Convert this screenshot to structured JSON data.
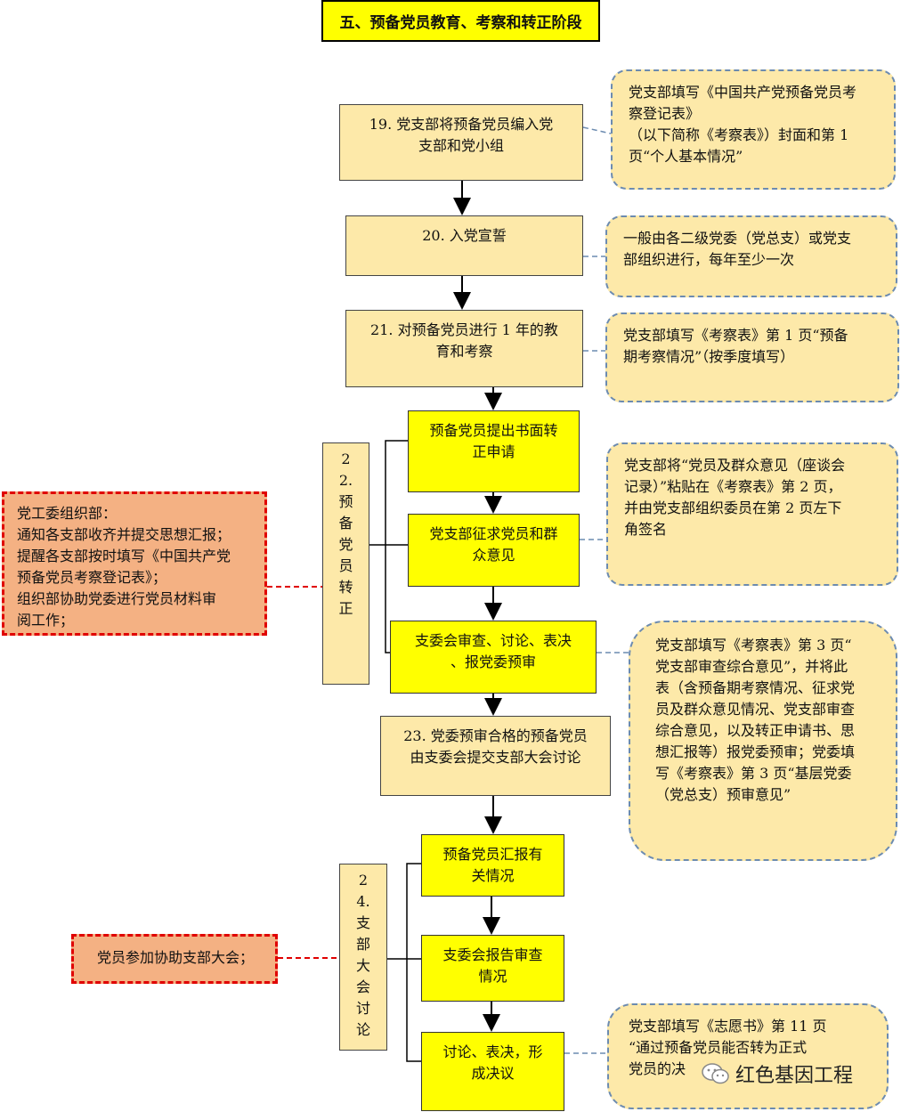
{
  "title": "五、预备党员教育、考察和转正阶段",
  "steps": {
    "s19": "19. 党支部将预备党员编入党\n支部和党小组",
    "s20": "20. 入党宣誓",
    "s21": "21. 对预备党员进行 1 年的教\n育和考察",
    "s22a": "预备党员提出书面转\n正申请",
    "s22b": "党支部征求党员和群\n众意见",
    "s22c": "支委会审查、讨论、表决\n、报党委预审",
    "s23": "23. 党委预审合格的预备党员\n由支委会提交支部大会讨论",
    "s24a": "预备党员汇报有\n关情况",
    "s24b": "支委会报告审查\n情况",
    "s24c": "讨论、表决，形\n成决议"
  },
  "labels": {
    "l22": "22.预备党员转正",
    "l24": "24.支部大会讨论"
  },
  "notes": {
    "n19": "党支部填写《中国共产党预备党员考\n察登记表》\n（以下简称《考察表》）封面和第 1\n页“个人基本情况”",
    "n20": "一般由各二级党委（党总支）或党支\n部组织进行，每年至少一次",
    "n21": "党支部填写《考察表》第 1 页“预备\n期考察情况”（按季度填写）",
    "n22b": "党支部将“党员及群众意见（座谈会\n记录）”粘贴在《考察表》第 2 页，\n并由党支部组织委员在第 2 页左下\n角签名",
    "n22c": "党支部填写《考察表》第 3 页“\n党支部审查综合意见”，并将此\n表（含预备期考察情况、征求党\n员及群众意见情况、党支部审查\n综合意见，以及转正申请书、思\n想汇报等）报党委预审；党委填\n写《考察表》第 3 页“基层党委\n（党总支）预审意见”",
    "n24c": "党支部填写《志愿书》第 11 页\n“通过预备党员能否转为正式\n党员的决"
  },
  "red_notes": {
    "r22": "党工委组织部：\n通知各支部收齐并提交思想汇报；\n提醒各支部按时填写《中国共产党\n预备党员考察登记表》；\n组织部协助党委进行党员材料审\n阅工作；",
    "r24": "党员参加协助支部大会；"
  },
  "watermark": "红色基因工程",
  "colors": {
    "step_fill": "#fde9a9",
    "highlight_fill": "#ffff00",
    "red_note_fill": "#f4b183",
    "red_border": "#e00000",
    "dash_blue": "#6c8bb0"
  }
}
